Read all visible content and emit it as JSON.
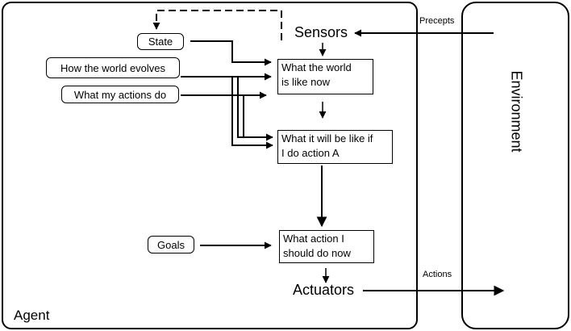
{
  "diagram": {
    "agent_label": "Agent",
    "environment_label": "Environment",
    "sensors_label": "Sensors",
    "actuators_label": "Actuators",
    "percepts_label": "Precepts",
    "actions_label": "Actions",
    "inputs": {
      "state": "State",
      "world_evolves": "How the world evolves",
      "actions_do": "What my actions do",
      "goals": "Goals"
    },
    "boxes": {
      "world_now_line1": "What the world",
      "world_now_line2": "is like now",
      "will_be_line1": "What it will be like if",
      "will_be_line2": "I do action A",
      "action_line1": "What action I",
      "action_line2": "should do now"
    }
  }
}
